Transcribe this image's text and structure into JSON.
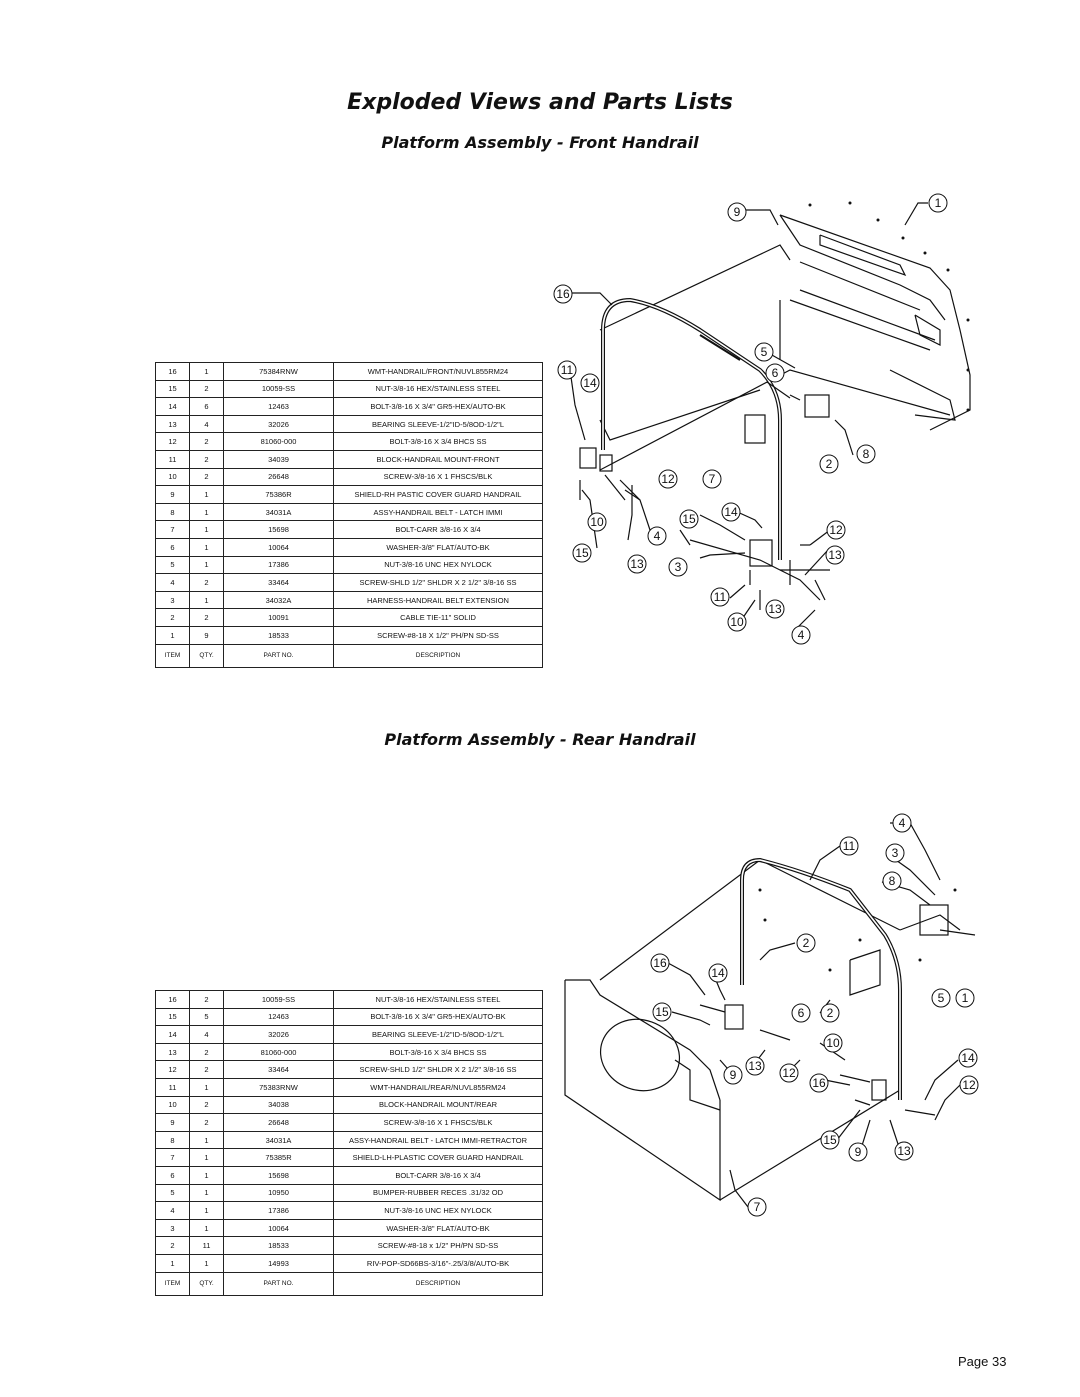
{
  "header": {
    "title": "Exploded Views and Parts Lists",
    "front_section": "Platform Assembly - Front Handrail",
    "rear_section": "Platform Assembly - Rear Handrail"
  },
  "table_headers": {
    "item": "ITEM",
    "qty": "QTY.",
    "part": "PART NO.",
    "desc": "DESCRIPTION"
  },
  "front_parts": [
    {
      "item": "16",
      "qty": "1",
      "part": "75384RNW",
      "desc": "WMT-HANDRAIL/FRONT/NUVL855RM24"
    },
    {
      "item": "15",
      "qty": "2",
      "part": "10059-SS",
      "desc": "NUT-3/8-16 HEX/STAINLESS STEEL"
    },
    {
      "item": "14",
      "qty": "6",
      "part": "12463",
      "desc": "BOLT-3/8-16 X 3/4\" GR5-HEX/AUTO-BK"
    },
    {
      "item": "13",
      "qty": "4",
      "part": "32026",
      "desc": "BEARING SLEEVE-1/2\"ID-5/8OD-1/2\"L"
    },
    {
      "item": "12",
      "qty": "2",
      "part": "81060-000",
      "desc": "BOLT-3/8-16 X 3/4 BHCS SS"
    },
    {
      "item": "11",
      "qty": "2",
      "part": "34039",
      "desc": "BLOCK-HANDRAIL MOUNT-FRONT"
    },
    {
      "item": "10",
      "qty": "2",
      "part": "26648",
      "desc": "SCREW-3/8-16 X 1 FHSCS/BLK"
    },
    {
      "item": "9",
      "qty": "1",
      "part": "75386R",
      "desc": "SHIELD-RH PASTIC COVER GUARD HANDRAIL"
    },
    {
      "item": "8",
      "qty": "1",
      "part": "34031A",
      "desc": "ASSY-HANDRAIL BELT - LATCH IMMI"
    },
    {
      "item": "7",
      "qty": "1",
      "part": "15698",
      "desc": "BOLT-CARR 3/8-16 X 3/4"
    },
    {
      "item": "6",
      "qty": "1",
      "part": "10064",
      "desc": "WASHER-3/8\" FLAT/AUTO-BK"
    },
    {
      "item": "5",
      "qty": "1",
      "part": "17386",
      "desc": "NUT-3/8-16 UNC HEX NYLOCK"
    },
    {
      "item": "4",
      "qty": "2",
      "part": "33464",
      "desc": "SCREW-SHLD 1/2\" SHLDR X 2 1/2\" 3/8-16 SS"
    },
    {
      "item": "3",
      "qty": "1",
      "part": "34032A",
      "desc": "HARNESS-HANDRAIL BELT EXTENSION"
    },
    {
      "item": "2",
      "qty": "2",
      "part": "10091",
      "desc": "CABLE TIE-11\" SOLID"
    },
    {
      "item": "1",
      "qty": "9",
      "part": "18533",
      "desc": "SCREW-#8-18 X 1/2\" PH/PN SD-SS"
    }
  ],
  "rear_parts": [
    {
      "item": "16",
      "qty": "2",
      "part": "10059-SS",
      "desc": "NUT-3/8-16 HEX/STAINLESS STEEL"
    },
    {
      "item": "15",
      "qty": "5",
      "part": "12463",
      "desc": "BOLT-3/8-16 X 3/4\" GR5-HEX/AUTO-BK"
    },
    {
      "item": "14",
      "qty": "4",
      "part": "32026",
      "desc": "BEARING SLEEVE-1/2\"ID-5/8OD-1/2\"L"
    },
    {
      "item": "13",
      "qty": "2",
      "part": "81060-000",
      "desc": "BOLT-3/8-16 X 3/4 BHCS SS"
    },
    {
      "item": "12",
      "qty": "2",
      "part": "33464",
      "desc": "SCREW-SHLD 1/2\" SHLDR X 2 1/2\" 3/8-16 SS"
    },
    {
      "item": "11",
      "qty": "1",
      "part": "75383RNW",
      "desc": "WMT-HANDRAIL/REAR/NUVL855RM24"
    },
    {
      "item": "10",
      "qty": "2",
      "part": "34038",
      "desc": "BLOCK-HANDRAIL MOUNT/REAR"
    },
    {
      "item": "9",
      "qty": "2",
      "part": "26648",
      "desc": "SCREW-3/8-16 X 1 FHSCS/BLK"
    },
    {
      "item": "8",
      "qty": "1",
      "part": "34031A",
      "desc": "ASSY-HANDRAIL BELT - LATCH IMMI-RETRACTOR"
    },
    {
      "item": "7",
      "qty": "1",
      "part": "75385R",
      "desc": "SHIELD-LH-PLASTIC COVER GUARD HANDRAIL"
    },
    {
      "item": "6",
      "qty": "1",
      "part": "15698",
      "desc": "BOLT-CARR 3/8-16 X 3/4"
    },
    {
      "item": "5",
      "qty": "1",
      "part": "10950",
      "desc": "BUMPER-RUBBER RECES .31/32 OD"
    },
    {
      "item": "4",
      "qty": "1",
      "part": "17386",
      "desc": "NUT-3/8-16 UNC HEX NYLOCK"
    },
    {
      "item": "3",
      "qty": "1",
      "part": "10064",
      "desc": "WASHER-3/8\" FLAT/AUTO-BK"
    },
    {
      "item": "2",
      "qty": "11",
      "part": "18533",
      "desc": "SCREW-#8-18 x 1/2\" PH/PN SD-SS"
    },
    {
      "item": "1",
      "qty": "1",
      "part": "14993",
      "desc": "RIV-POP-SD66BS-3/16\"-.25/3/8/AUTO-BK"
    }
  ],
  "front_callouts": [
    "9",
    "1",
    "16",
    "5",
    "11",
    "14",
    "6",
    "12",
    "7",
    "2",
    "8",
    "10",
    "4",
    "15",
    "14",
    "12",
    "15",
    "13",
    "3",
    "13",
    "11",
    "13",
    "10",
    "4"
  ],
  "rear_callouts": [
    "4",
    "11",
    "3",
    "8",
    "2",
    "16",
    "14",
    "15",
    "6",
    "2",
    "5",
    "1",
    "10",
    "14",
    "9",
    "13",
    "12",
    "16",
    "12",
    "15",
    "9",
    "13",
    "7"
  ],
  "footer": {
    "page": "Page 33"
  }
}
